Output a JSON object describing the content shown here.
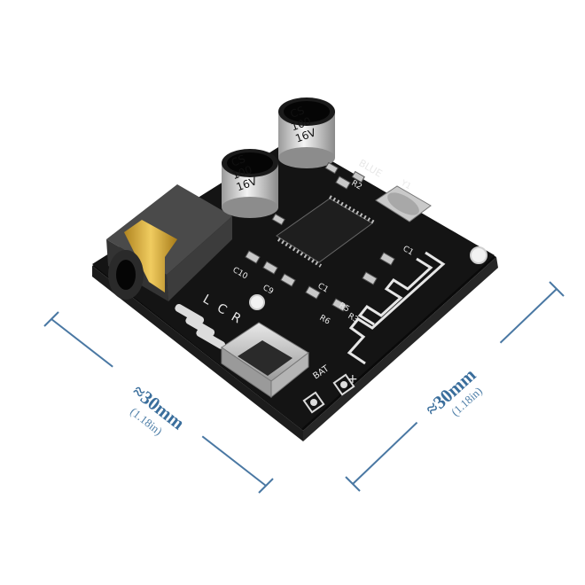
{
  "board": {
    "capacitor_1": {
      "line1": "CS",
      "line2": "100",
      "line3": "16V"
    },
    "capacitor_2": {
      "line1": "CS",
      "line2": "100",
      "line3": "16V"
    },
    "blue_led_label": "BLUE",
    "channel_labels": {
      "left": "L",
      "common": "C",
      "right": "R"
    },
    "bat_label": "BAT",
    "plus_label": "+",
    "part_labels": [
      "C1",
      "C1",
      "R6",
      "R5",
      "C10",
      "C9",
      "R3",
      "Y1",
      "R2"
    ]
  },
  "dimensions": {
    "left": {
      "metric": "≈30mm",
      "imperial": "(1.18in)"
    },
    "right": {
      "metric": "≈30mm",
      "imperial": "(1.18in)"
    }
  },
  "colors": {
    "pcb": "#141414",
    "dimension_line": "#4a78a3",
    "silkscreen": "#e8e8e8",
    "gold": "#d9b040"
  }
}
